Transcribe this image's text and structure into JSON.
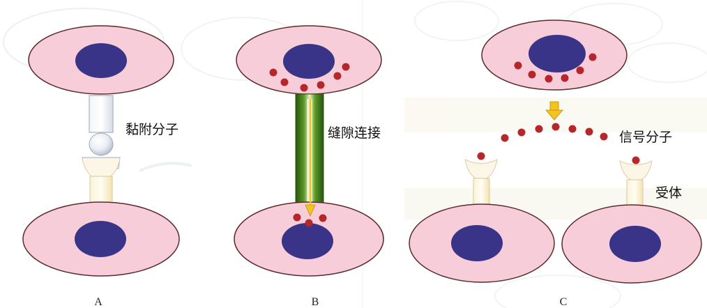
{
  "panels": {
    "a": {
      "letter": "A",
      "label": "黏附分子"
    },
    "b": {
      "letter": "B",
      "label": "缝隙连接"
    },
    "c": {
      "letter": "C",
      "signal_label": "信号分子",
      "receptor_label": "受体"
    }
  },
  "colors": {
    "cell_fill": "#f6cdd8",
    "cell_stroke": "#5a2a2a",
    "nucleus": "#3a3488",
    "signal_dot": "#b5272a",
    "gap_junction_green": "#3f7d16",
    "arrow_yellow": "#f4c41e",
    "receptor_fill": "#fbf6e6",
    "faint_background": "#dbe4ea"
  },
  "icons": {
    "a_connector": "adhesion-molecule-icon",
    "b_connector": "gap-junction-icon",
    "c_arrow": "down-arrow-icon"
  }
}
